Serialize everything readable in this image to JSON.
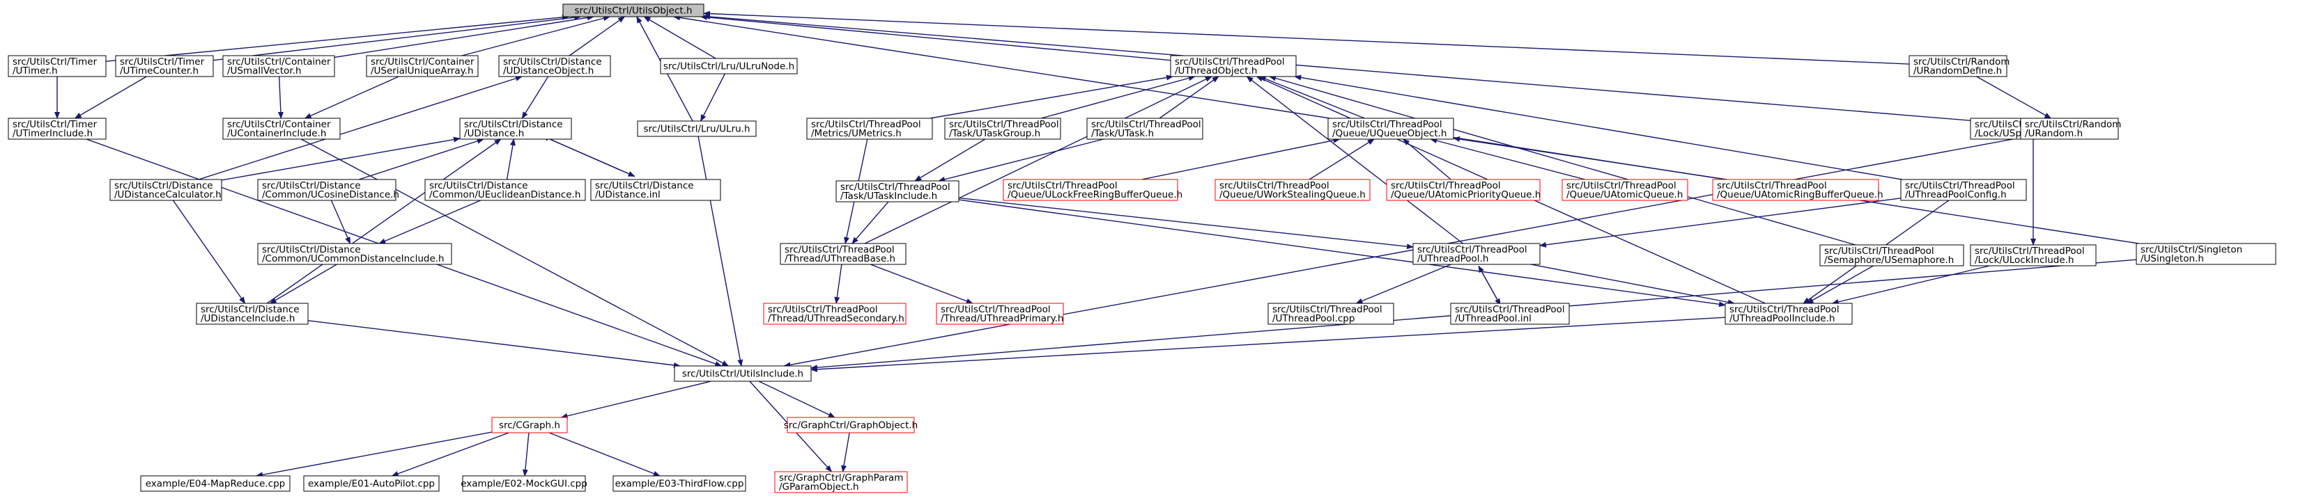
{
  "colors": {
    "edge": "#191970",
    "border_normal": "#000000",
    "border_incomplete": "#ff0000",
    "root_fill": "#bfbfbf",
    "node_fill": "#ffffff",
    "text": "#000000"
  },
  "nodes": [
    {
      "id": "root",
      "lines": [
        "src/UtilsCtrl/UtilsObject.h"
      ],
      "style": "root"
    },
    {
      "id": "timer",
      "lines": [
        "src/UtilsCtrl/Timer",
        "/UTimer.h"
      ],
      "style": "normal"
    },
    {
      "id": "timecounter",
      "lines": [
        "src/UtilsCtrl/Timer",
        "/UTimeCounter.h"
      ],
      "style": "normal"
    },
    {
      "id": "smallvector",
      "lines": [
        "src/UtilsCtrl/Container",
        "/USmallVector.h"
      ],
      "style": "normal"
    },
    {
      "id": "serialunique",
      "lines": [
        "src/UtilsCtrl/Container",
        "/USerialUniqueArray.h"
      ],
      "style": "normal"
    },
    {
      "id": "distobject",
      "lines": [
        "src/UtilsCtrl/Distance",
        "/UDistanceObject.h"
      ],
      "style": "normal"
    },
    {
      "id": "lrunode",
      "lines": [
        "src/UtilsCtrl/Lru/ULruNode.h"
      ],
      "style": "normal"
    },
    {
      "id": "tpobject",
      "lines": [
        "src/UtilsCtrl/ThreadPool",
        "/UThreadObject.h"
      ],
      "style": "normal"
    },
    {
      "id": "randomdefine",
      "lines": [
        "src/UtilsCtrl/Random",
        "/URandomDefine.h"
      ],
      "style": "normal"
    },
    {
      "id": "timerinclude",
      "lines": [
        "src/UtilsCtrl/Timer",
        "/UTimerInclude.h"
      ],
      "style": "normal"
    },
    {
      "id": "containerinclude",
      "lines": [
        "src/UtilsCtrl/Container",
        "/UContainerInclude.h"
      ],
      "style": "normal"
    },
    {
      "id": "udistance",
      "lines": [
        "src/UtilsCtrl/Distance",
        "/UDistance.h"
      ],
      "style": "normal"
    },
    {
      "id": "ulru",
      "lines": [
        "src/UtilsCtrl/Lru/ULru.h"
      ],
      "style": "normal"
    },
    {
      "id": "metrics",
      "lines": [
        "src/UtilsCtrl/ThreadPool",
        "/Metrics/UMetrics.h"
      ],
      "style": "normal"
    },
    {
      "id": "taskgroup",
      "lines": [
        "src/UtilsCtrl/ThreadPool",
        "/Task/UTaskGroup.h"
      ],
      "style": "normal"
    },
    {
      "id": "task",
      "lines": [
        "src/UtilsCtrl/ThreadPool",
        "/Task/UTask.h"
      ],
      "style": "normal"
    },
    {
      "id": "queueobject",
      "lines": [
        "src/UtilsCtrl/ThreadPool",
        "/Queue/UQueueObject.h"
      ],
      "style": "normal"
    },
    {
      "id": "spinlock",
      "lines": [
        "src/UtilsCtrl/ThreadPool",
        "/Lock/USpinLock.h"
      ],
      "style": "normal"
    },
    {
      "id": "urandom",
      "lines": [
        "src/UtilsCtrl/Random",
        "/URandom.h"
      ],
      "style": "normal"
    },
    {
      "id": "distcalc",
      "lines": [
        "src/UtilsCtrl/Distance",
        "/UDistanceCalculator.h"
      ],
      "style": "normal"
    },
    {
      "id": "cosine",
      "lines": [
        "src/UtilsCtrl/Distance",
        "/Common/UCosineDistance.h"
      ],
      "style": "normal"
    },
    {
      "id": "euclidean",
      "lines": [
        "src/UtilsCtrl/Distance",
        "/Common/UEuclideanDistance.h"
      ],
      "style": "normal"
    },
    {
      "id": "distinl",
      "lines": [
        "src/UtilsCtrl/Distance",
        "/UDistance.inl"
      ],
      "style": "normal"
    },
    {
      "id": "taskinclude",
      "lines": [
        "src/UtilsCtrl/ThreadPool",
        "/Task/UTaskInclude.h"
      ],
      "style": "normal"
    },
    {
      "id": "lockfree",
      "lines": [
        "src/UtilsCtrl/ThreadPool",
        "/Queue/ULockFreeRingBufferQueue.h"
      ],
      "style": "incomplete"
    },
    {
      "id": "workstealing",
      "lines": [
        "src/UtilsCtrl/ThreadPool",
        "/Queue/UWorkStealingQueue.h"
      ],
      "style": "incomplete"
    },
    {
      "id": "atomicpriority",
      "lines": [
        "src/UtilsCtrl/ThreadPool",
        "/Queue/UAtomicPriorityQueue.h"
      ],
      "style": "incomplete"
    },
    {
      "id": "atomicqueue",
      "lines": [
        "src/UtilsCtrl/ThreadPool",
        "/Queue/UAtomicQueue.h"
      ],
      "style": "incomplete"
    },
    {
      "id": "atomicring",
      "lines": [
        "src/UtilsCtrl/ThreadPool",
        "/Queue/UAtomicRingBufferQueue.h"
      ],
      "style": "incomplete"
    },
    {
      "id": "tpconfig",
      "lines": [
        "src/UtilsCtrl/ThreadPool",
        "/UThreadPoolConfig.h"
      ],
      "style": "normal"
    },
    {
      "id": "commondistinclude",
      "lines": [
        "src/UtilsCtrl/Distance",
        "/Common/UCommonDistanceInclude.h"
      ],
      "style": "normal"
    },
    {
      "id": "threadbase",
      "lines": [
        "src/UtilsCtrl/ThreadPool",
        "/Thread/UThreadBase.h"
      ],
      "style": "normal"
    },
    {
      "id": "threadpool",
      "lines": [
        "src/UtilsCtrl/ThreadPool",
        "/UThreadPool.h"
      ],
      "style": "normal"
    },
    {
      "id": "semaphore",
      "lines": [
        "src/UtilsCtrl/ThreadPool",
        "/Semaphore/USemaphore.h"
      ],
      "style": "normal"
    },
    {
      "id": "lockinclude",
      "lines": [
        "src/UtilsCtrl/ThreadPool",
        "/Lock/ULockInclude.h"
      ],
      "style": "normal"
    },
    {
      "id": "singleton",
      "lines": [
        "src/UtilsCtrl/Singleton",
        "/USingleton.h"
      ],
      "style": "normal"
    },
    {
      "id": "distinclude",
      "lines": [
        "src/UtilsCtrl/Distance",
        "/UDistanceInclude.h"
      ],
      "style": "normal"
    },
    {
      "id": "threadsecondary",
      "lines": [
        "src/UtilsCtrl/ThreadPool",
        "/Thread/UThreadSecondary.h"
      ],
      "style": "incomplete"
    },
    {
      "id": "threadprimary",
      "lines": [
        "src/UtilsCtrl/ThreadPool",
        "/Thread/UThreadPrimary.h"
      ],
      "style": "incomplete"
    },
    {
      "id": "tpcpp",
      "lines": [
        "src/UtilsCtrl/ThreadPool",
        "/UThreadPool.cpp"
      ],
      "style": "normal"
    },
    {
      "id": "tpinl",
      "lines": [
        "src/UtilsCtrl/ThreadPool",
        "/UThreadPool.inl"
      ],
      "style": "normal"
    },
    {
      "id": "tpinclude",
      "lines": [
        "src/UtilsCtrl/ThreadPool",
        "/UThreadPoolInclude.h"
      ],
      "style": "normal"
    },
    {
      "id": "utilsinclude",
      "lines": [
        "src/UtilsCtrl/UtilsInclude.h"
      ],
      "style": "normal"
    },
    {
      "id": "cgraph",
      "lines": [
        "src/CGraph.h"
      ],
      "style": "incomplete"
    },
    {
      "id": "graphobject",
      "lines": [
        "src/GraphCtrl/GraphObject.h"
      ],
      "style": "incomplete"
    },
    {
      "id": "mapreduce",
      "lines": [
        "example/E04-MapReduce.cpp"
      ],
      "style": "normal"
    },
    {
      "id": "autopilot",
      "lines": [
        "example/E01-AutoPilot.cpp"
      ],
      "style": "normal"
    },
    {
      "id": "mockgui",
      "lines": [
        "example/E02-MockGUI.cpp"
      ],
      "style": "normal"
    },
    {
      "id": "thirdflow",
      "lines": [
        "example/E03-ThirdFlow.cpp"
      ],
      "style": "normal"
    },
    {
      "id": "gparamobject",
      "lines": [
        "src/GraphCtrl/GraphParam",
        "/GParamObject.h"
      ],
      "style": "incomplete"
    }
  ],
  "edges": [
    [
      "timer",
      "root"
    ],
    [
      "timecounter",
      "root"
    ],
    [
      "smallvector",
      "root"
    ],
    [
      "serialunique",
      "root"
    ],
    [
      "distobject",
      "root"
    ],
    [
      "lrunode",
      "root"
    ],
    [
      "tpobject",
      "root"
    ],
    [
      "randomdefine",
      "root"
    ],
    [
      "ulru",
      "root"
    ],
    [
      "urandom",
      "root"
    ],
    [
      "singleton",
      "root"
    ],
    [
      "timer",
      "timerinclude"
    ],
    [
      "timecounter",
      "timerinclude"
    ],
    [
      "smallvector",
      "containerinclude"
    ],
    [
      "serialunique",
      "containerinclude"
    ],
    [
      "distobject",
      "udistance"
    ],
    [
      "distcalc",
      "distobject"
    ],
    [
      "lrunode",
      "ulru"
    ],
    [
      "distcalc",
      "udistance"
    ],
    [
      "cosine",
      "udistance"
    ],
    [
      "euclidean",
      "udistance"
    ],
    [
      "distinl",
      "udistance"
    ],
    [
      "udistance",
      "distinl"
    ],
    [
      "distinclude",
      "udistance"
    ],
    [
      "cosine",
      "commondistinclude"
    ],
    [
      "euclidean",
      "commondistinclude"
    ],
    [
      "commondistinclude",
      "distinclude"
    ],
    [
      "distcalc",
      "distinclude"
    ],
    [
      "metrics",
      "tpobject"
    ],
    [
      "taskgroup",
      "tpobject"
    ],
    [
      "task",
      "tpobject"
    ],
    [
      "queueobject",
      "tpobject"
    ],
    [
      "threadbase",
      "tpobject"
    ],
    [
      "tpconfig",
      "tpobject"
    ],
    [
      "threadpool",
      "tpobject"
    ],
    [
      "semaphore",
      "tpobject"
    ],
    [
      "tpinclude",
      "tpobject"
    ],
    [
      "randomdefine",
      "urandom"
    ],
    [
      "spinlock",
      "lockinclude"
    ],
    [
      "taskgroup",
      "taskinclude"
    ],
    [
      "task",
      "taskinclude"
    ],
    [
      "metrics",
      "threadbase"
    ],
    [
      "taskinclude",
      "threadbase"
    ],
    [
      "taskinclude",
      "threadpool"
    ],
    [
      "taskinclude",
      "tpinclude"
    ],
    [
      "lockfree",
      "queueobject"
    ],
    [
      "workstealing",
      "queueobject"
    ],
    [
      "atomicpriority",
      "queueobject"
    ],
    [
      "atomicqueue",
      "queueobject"
    ],
    [
      "atomicring",
      "queueobject"
    ],
    [
      "tpconfig",
      "threadpool"
    ],
    [
      "tpconfig",
      "tpinclude"
    ],
    [
      "threadbase",
      "threadsecondary"
    ],
    [
      "threadbase",
      "threadprimary"
    ],
    [
      "threadpool",
      "tpcpp"
    ],
    [
      "threadpool",
      "tpinl"
    ],
    [
      "tpinl",
      "threadpool"
    ],
    [
      "threadpool",
      "tpinclude"
    ],
    [
      "semaphore",
      "tpinclude"
    ],
    [
      "lockinclude",
      "tpinclude"
    ],
    [
      "timerinclude",
      "utilsinclude"
    ],
    [
      "containerinclude",
      "utilsinclude"
    ],
    [
      "distinclude",
      "utilsinclude"
    ],
    [
      "ulru",
      "utilsinclude"
    ],
    [
      "tpinclude",
      "utilsinclude"
    ],
    [
      "urandom",
      "utilsinclude"
    ],
    [
      "singleton",
      "utilsinclude"
    ],
    [
      "utilsinclude",
      "cgraph"
    ],
    [
      "utilsinclude",
      "graphobject"
    ],
    [
      "utilsinclude",
      "gparamobject"
    ],
    [
      "graphobject",
      "gparamobject"
    ],
    [
      "cgraph",
      "mapreduce"
    ],
    [
      "cgraph",
      "autopilot"
    ],
    [
      "cgraph",
      "mockgui"
    ],
    [
      "cgraph",
      "thirdflow"
    ]
  ]
}
